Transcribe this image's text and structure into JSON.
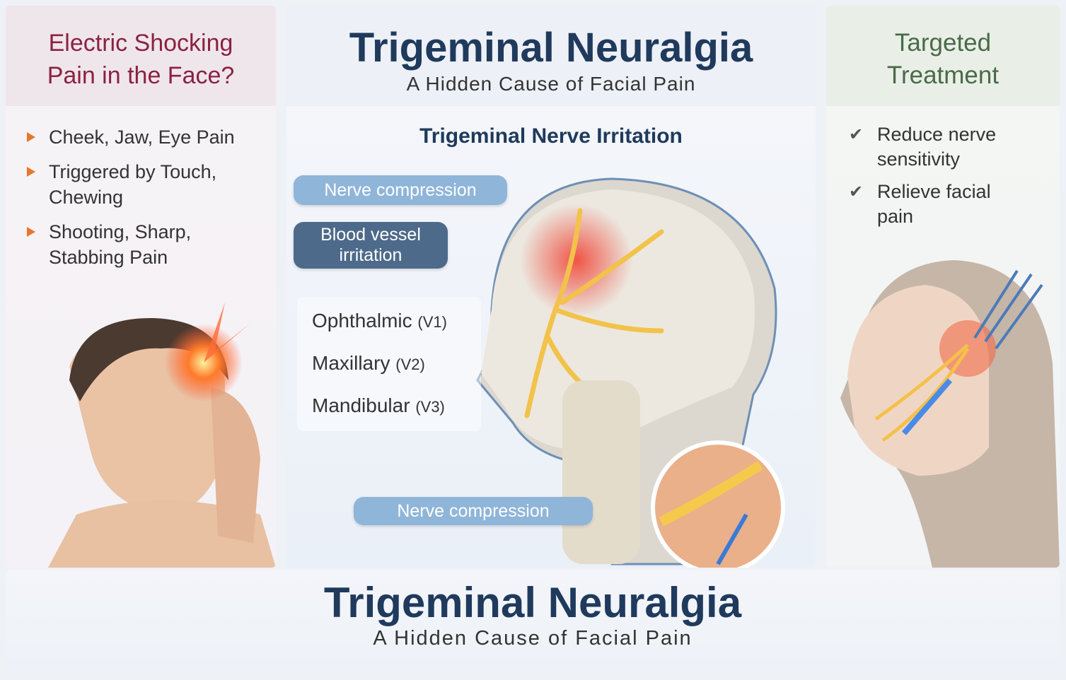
{
  "left": {
    "title_line1": "Electric Shocking",
    "title_line2": "Pain in the Face?",
    "bullets": [
      {
        "line1": "Cheek, Jaw, Eye Pain",
        "line2": ""
      },
      {
        "line1": "Triggered by Touch,",
        "line2": "Chewing"
      },
      {
        "line1": "Shooting, Sharp,",
        "line2": "Stabbing Pain"
      }
    ]
  },
  "center": {
    "title": "Trigeminal Neuralgia",
    "subtitle": "A Hidden Cause of Facial Pain",
    "section": "Trigeminal Nerve Irritation",
    "callouts": {
      "nerve_compression_top": "Nerve compression",
      "blood_vessel_line1": "Blood vessel",
      "blood_vessel_line2": "irritation",
      "nerve_compression_bottom": "Nerve compression"
    },
    "branches": [
      {
        "name": "Ophthalmic",
        "code": "(V1)"
      },
      {
        "name": "Maxillary",
        "code": "(V2)"
      },
      {
        "name": "Mandibular",
        "code": "(V3)"
      }
    ]
  },
  "right": {
    "title_line1": "Targeted",
    "title_line2": "Treatment",
    "items": [
      {
        "line1": "Reduce nerve",
        "line2": "sensitivity"
      },
      {
        "line1": "Relieve facial",
        "line2": "pain"
      }
    ]
  },
  "footer": {
    "title": "Trigeminal Neuralgia",
    "subtitle": "A Hidden Cause of Facial Pain"
  },
  "colors": {
    "left_title": "#8b2240",
    "center_title": "#1f3a5c",
    "right_title": "#4a6a48",
    "bullet": "#e8762d",
    "pill_light": "#8fb5d9",
    "pill_dark": "#4d6a8a"
  }
}
